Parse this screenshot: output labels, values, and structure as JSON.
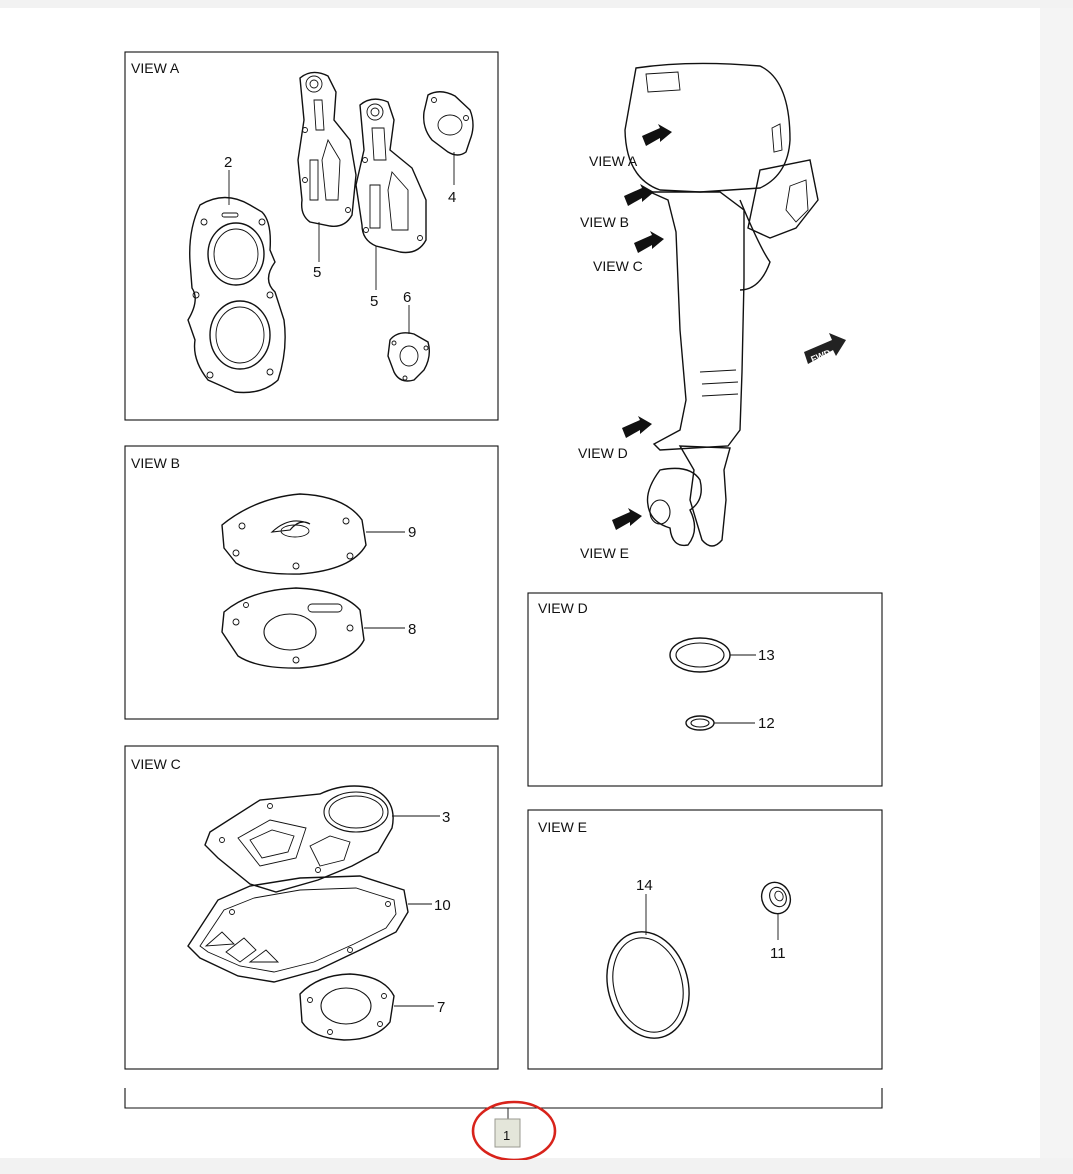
{
  "views": {
    "a": "VIEW A",
    "b": "VIEW B",
    "c": "VIEW C",
    "d": "VIEW D",
    "e": "VIEW E"
  },
  "engine_labels": {
    "a": "VIEW A",
    "b": "VIEW B",
    "c": "VIEW C",
    "d": "VIEW D",
    "e": "VIEW E",
    "fwd": "FWD"
  },
  "parts": {
    "p2": "2",
    "p4": "4",
    "p5a": "5",
    "p5b": "5",
    "p6": "6",
    "p9": "9",
    "p8": "8",
    "p3": "3",
    "p10": "10",
    "p7": "7",
    "p13": "13",
    "p12": "12",
    "p14": "14",
    "p11": "11",
    "p1": "1"
  },
  "colors": {
    "line": "#111111",
    "highlight_circle": "#d8231b",
    "callout_box_fill": "#e4e6da"
  }
}
